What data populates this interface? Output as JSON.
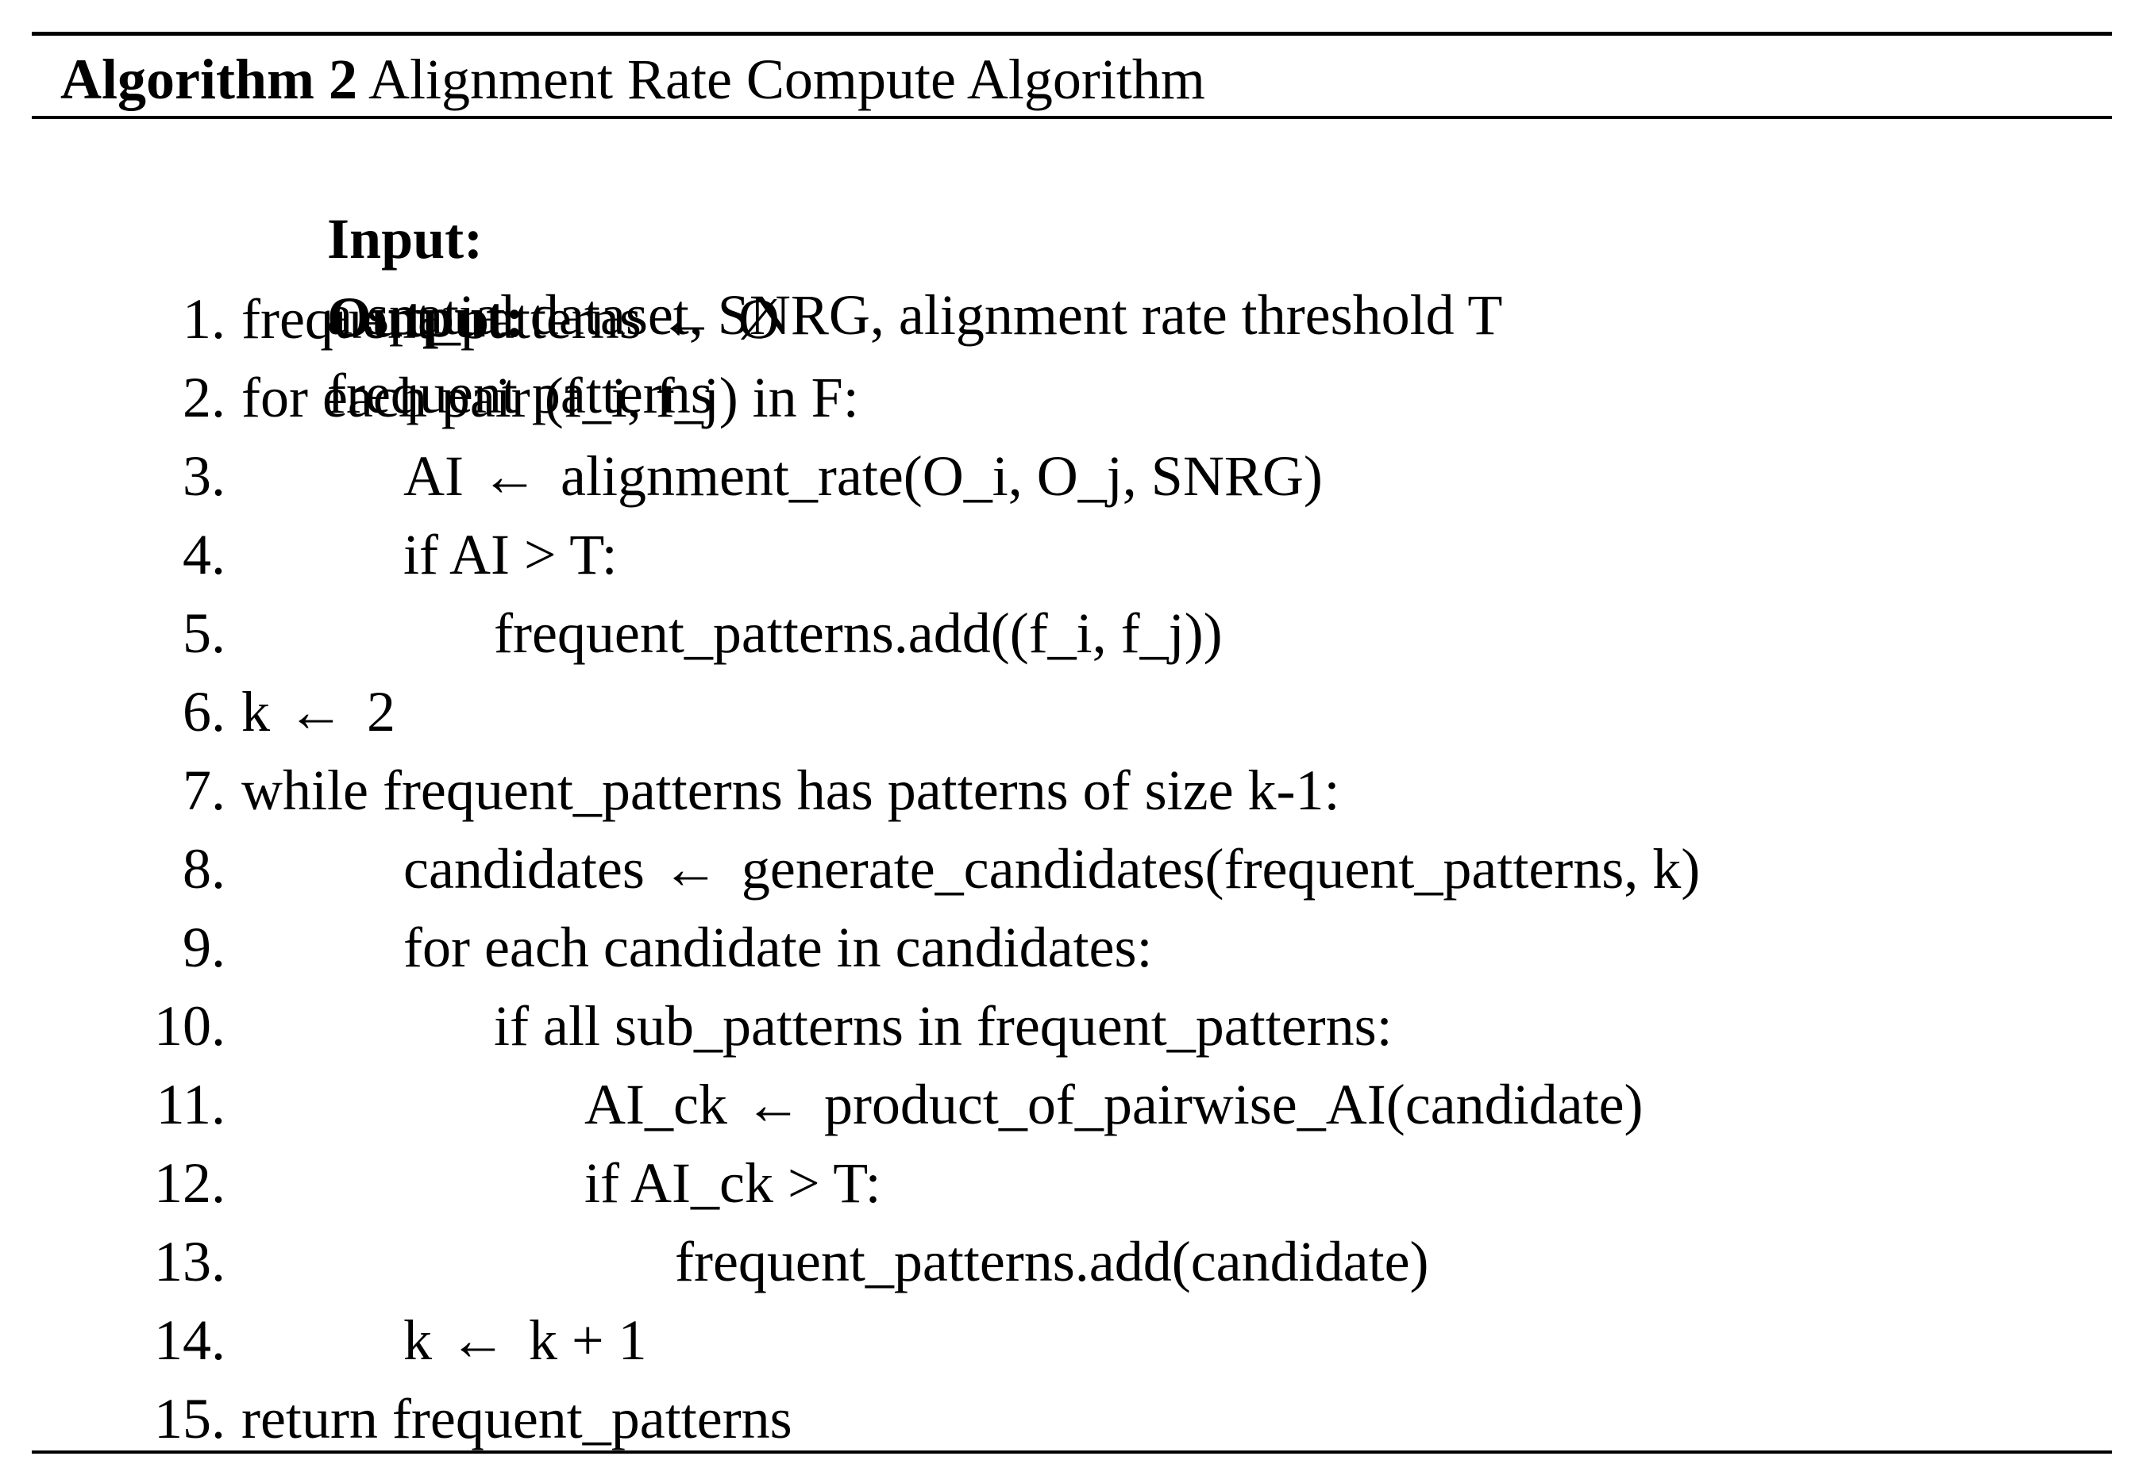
{
  "algorithm": {
    "label": "Algorithm 2",
    "title": "Alignment Rate Compute Algorithm",
    "input_label": "Input:",
    "input_text": "a spatial dataset, SNRG, alignment rate threshold T",
    "output_label": "Output:",
    "output_text": "frequent patterns",
    "lines": [
      {
        "num": "1.",
        "indent": 0,
        "pre": "frequent_patterns",
        "arrow": "←",
        "post": "Ø"
      },
      {
        "num": "2.",
        "indent": 0,
        "text": "for each pair (f_i, f_j) in F:"
      },
      {
        "num": "3.",
        "indent": 1,
        "pre": "AI",
        "arrow": "←",
        "post": "alignment_rate(O_i, O_j, SNRG)"
      },
      {
        "num": "4.",
        "indent": 1,
        "text": "if AI > T:"
      },
      {
        "num": "5.",
        "indent": 2,
        "text": "frequent_patterns.add((f_i, f_j))"
      },
      {
        "num": "6.",
        "indent": 0,
        "pre": "k",
        "arrow": "←",
        "post": "2"
      },
      {
        "num": "7.",
        "indent": 0,
        "text": "while frequent_patterns has patterns of size k-1:"
      },
      {
        "num": "8.",
        "indent": 1,
        "pre": "candidates",
        "arrow": "←",
        "post": "generate_candidates(frequent_patterns, k)"
      },
      {
        "num": "9.",
        "indent": 1,
        "text": "for each candidate in candidates:"
      },
      {
        "num": "10.",
        "indent": 2,
        "text": "if all sub_patterns in frequent_patterns:"
      },
      {
        "num": "11.",
        "indent": 3,
        "pre": "AI_ck",
        "arrow": "←",
        "post": "product_of_pairwise_AI(candidate)"
      },
      {
        "num": "12.",
        "indent": 3,
        "text": "if AI_ck > T:"
      },
      {
        "num": "13.",
        "indent": 4,
        "text": "frequent_patterns.add(candidate)"
      },
      {
        "num": "14.",
        "indent": 1,
        "pre": "k",
        "arrow": "←",
        "post": "k + 1"
      },
      {
        "num": "15.",
        "indent": 0,
        "text": "return frequent_patterns"
      }
    ]
  }
}
